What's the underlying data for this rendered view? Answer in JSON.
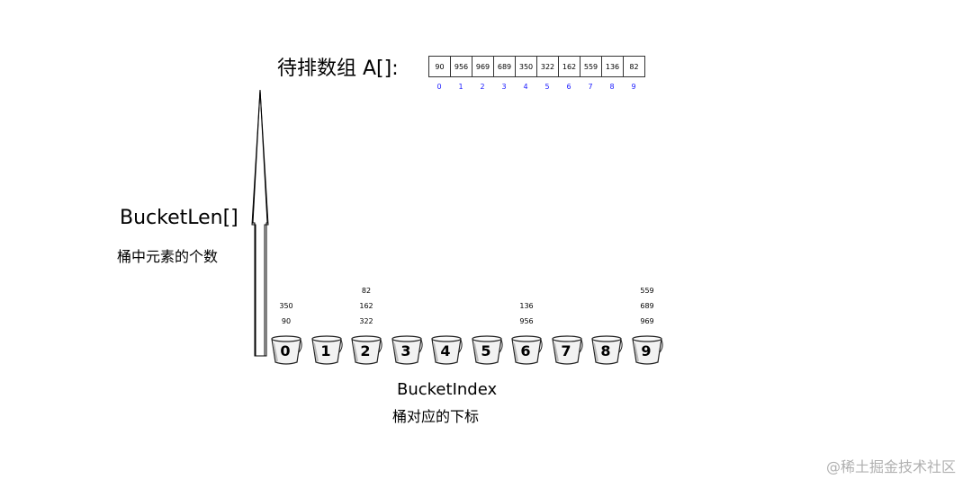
{
  "title": "待排数组 A[]:",
  "array": {
    "values": [
      "90",
      "956",
      "969",
      "689",
      "350",
      "322",
      "162",
      "559",
      "136",
      "82"
    ],
    "indices": [
      "0",
      "1",
      "2",
      "3",
      "4",
      "5",
      "6",
      "7",
      "8",
      "9"
    ]
  },
  "bucketlen": {
    "label": "BucketLen[]",
    "sub": "桶中元素的个数"
  },
  "bucketindex": {
    "label": "BucketIndex",
    "sub": "桶对应的下标"
  },
  "buckets": [
    {
      "digit": "0",
      "items": [
        "350",
        "90"
      ]
    },
    {
      "digit": "1",
      "items": []
    },
    {
      "digit": "2",
      "items": [
        "82",
        "162",
        "322"
      ]
    },
    {
      "digit": "3",
      "items": []
    },
    {
      "digit": "4",
      "items": []
    },
    {
      "digit": "5",
      "items": []
    },
    {
      "digit": "6",
      "items": [
        "136",
        "956"
      ]
    },
    {
      "digit": "7",
      "items": []
    },
    {
      "digit": "8",
      "items": []
    },
    {
      "digit": "9",
      "items": [
        "559",
        "689",
        "969"
      ]
    }
  ],
  "watermark": "@稀土掘金技术社区"
}
